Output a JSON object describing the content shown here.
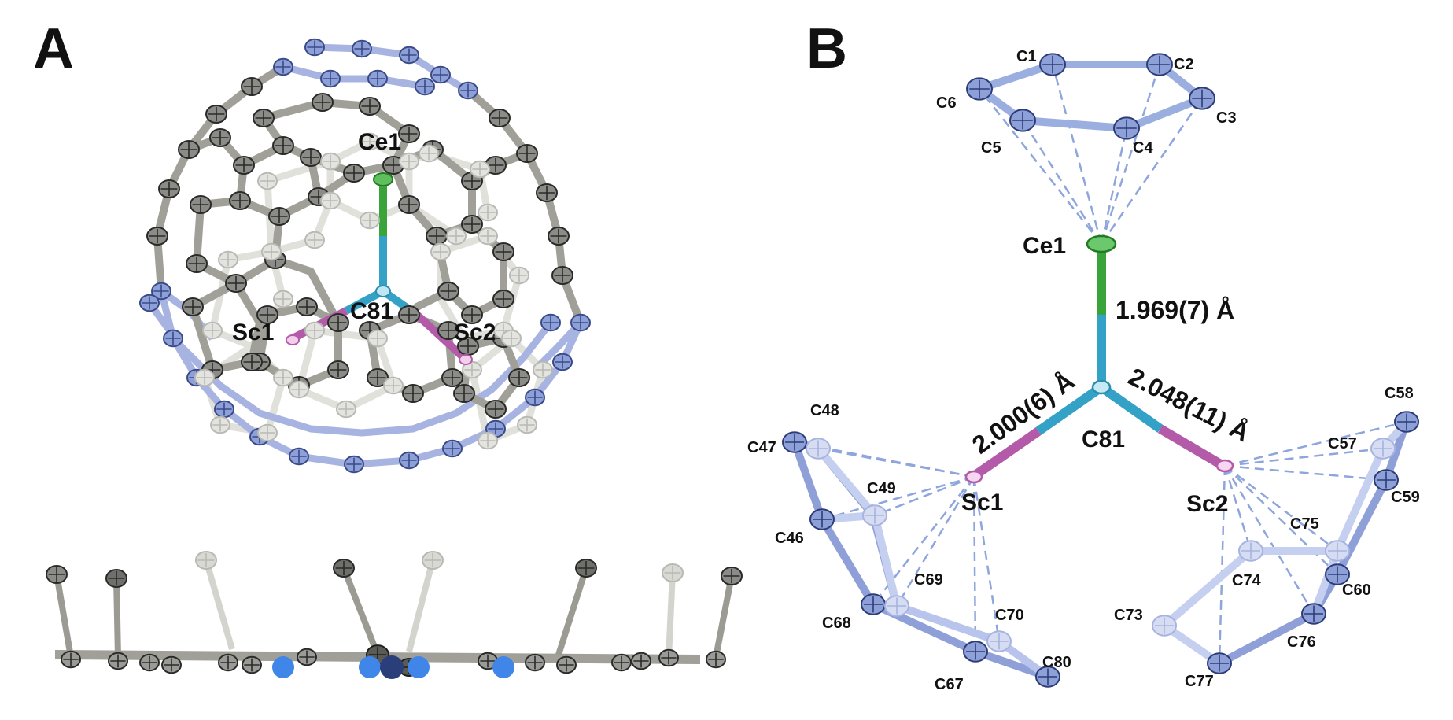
{
  "panels": {
    "A": {
      "letter": "A",
      "labels": {
        "ce1": "Ce1",
        "c81": "C81",
        "sc1": "Sc1",
        "sc2": "Sc2"
      }
    },
    "B": {
      "letter": "B",
      "metal_labels": {
        "ce1": "Ce1",
        "c81": "C81",
        "sc1": "Sc1",
        "sc2": "Sc2"
      },
      "distances": {
        "ce_c": "1.969(7) Å",
        "sc1_c": "2.000(6) Å",
        "sc2_c": "2.048(11) Å"
      },
      "atom_labels": {
        "c1": "C1",
        "c2": "C2",
        "c3": "C3",
        "c4": "C4",
        "c5": "C5",
        "c6": "C6",
        "c46": "C46",
        "c47": "C47",
        "c48": "C48",
        "c49": "C49",
        "c67": "C67",
        "c68": "C68",
        "c69": "C69",
        "c70": "C70",
        "c80": "C80",
        "c57": "C57",
        "c58": "C58",
        "c59": "C59",
        "c60": "C60",
        "c73": "C73",
        "c74": "C74",
        "c75": "C75",
        "c76": "C76",
        "c77": "C77"
      }
    }
  },
  "colors": {
    "cage_dark": "#4a4a48",
    "cage_bond": "#9b9a93",
    "cage_light": "#d4d4cf",
    "cage_blue": "#8e9fd8",
    "cerium": "#3aa33a",
    "central_carbon": "#34a2c6",
    "scandium": "#b35aa8",
    "dashed": "#8ea6dc"
  }
}
